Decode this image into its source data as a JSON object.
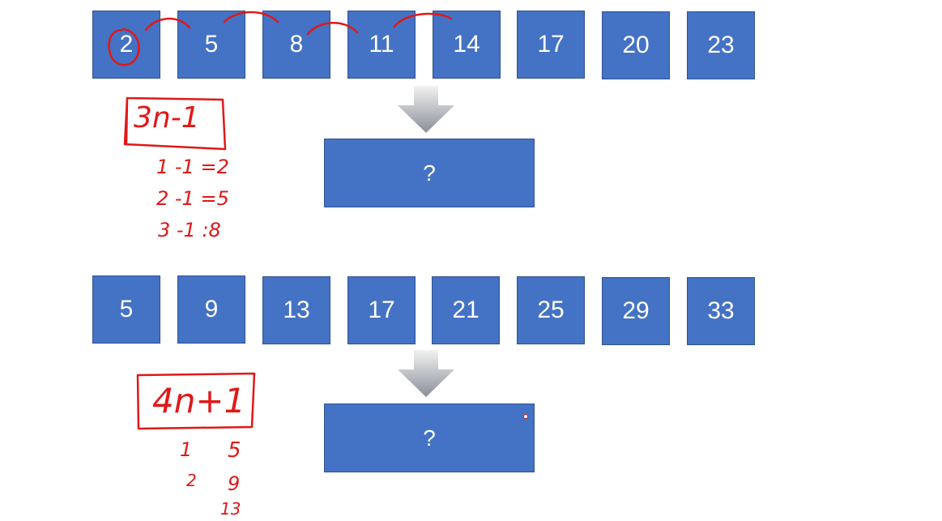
{
  "sequence_1": {
    "terms": [
      "2",
      "5",
      "8",
      "11",
      "14",
      "17",
      "20",
      "23"
    ],
    "answer_label": "?"
  },
  "sequence_2": {
    "terms": [
      "5",
      "9",
      "13",
      "17",
      "21",
      "25",
      "29",
      "33"
    ],
    "answer_label": "?"
  },
  "annotations_1": {
    "formula": "3n-1",
    "work_lines": [
      "1 -1 =2",
      "2 -1 =5",
      "3 -1 :8"
    ]
  },
  "annotations_2": {
    "formula": "4n+1",
    "n_values": [
      "1",
      "2"
    ],
    "term_values": [
      "5",
      "9",
      "13"
    ]
  },
  "colors": {
    "tile_fill": "#4472c4",
    "tile_border": "#2f528f",
    "ink": "#e01818"
  }
}
